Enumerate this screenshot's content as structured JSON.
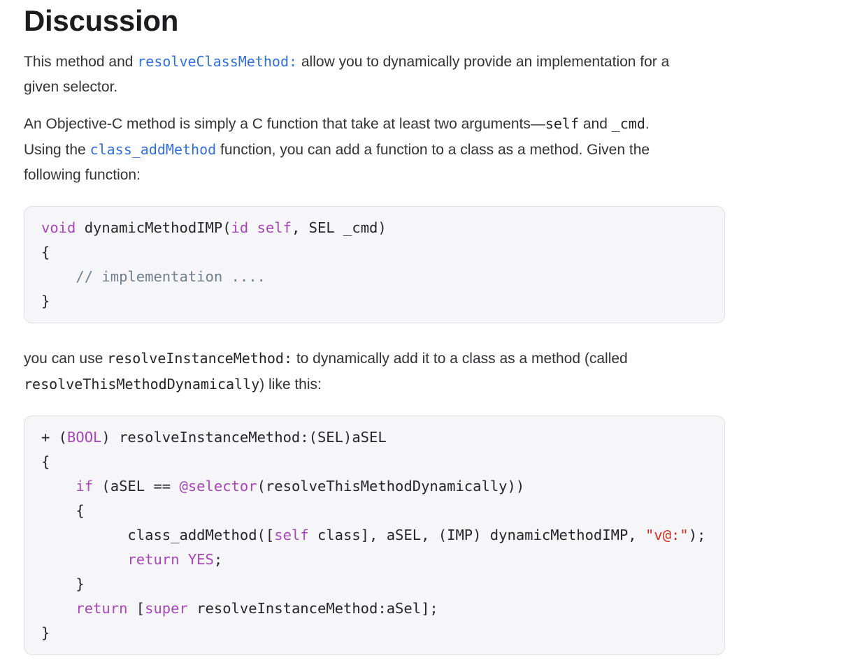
{
  "colors": {
    "heading_text": "#1d1d1f",
    "body_text": "#333336",
    "link_blue": "#3070dd",
    "code_text": "#262628",
    "keyword_purple": "#a846b9",
    "string_red": "#d12f1b",
    "comment_gray": "#707f8c",
    "code_block_bg": "#f6f6f8",
    "code_block_border": "#e0e0e5",
    "page_bg": "#ffffff"
  },
  "section": {
    "title": "Discussion"
  },
  "paragraphs": [
    {
      "segments": [
        {
          "text": "This method and ",
          "style": "plain"
        },
        {
          "text": "resolveClassMethod:",
          "style": "code-link"
        },
        {
          "text": " allow you to dynamically provide an implementation for a given selector.",
          "style": "plain"
        }
      ]
    },
    {
      "segments": [
        {
          "text": "An Objective-C method is simply a C function that take at least two arguments—",
          "style": "plain"
        },
        {
          "text": "self",
          "style": "code"
        },
        {
          "text": " and ",
          "style": "plain"
        },
        {
          "text": "_cmd",
          "style": "code"
        },
        {
          "text": ". Using the ",
          "style": "plain"
        },
        {
          "text": "class_addMethod",
          "style": "code-link"
        },
        {
          "text": " function, you can add a function to a class as a method. Given the following function:",
          "style": "plain"
        }
      ]
    },
    {
      "segments": [
        {
          "text": "you can use ",
          "style": "plain"
        },
        {
          "text": "resolveInstanceMethod:",
          "style": "code"
        },
        {
          "text": " to dynamically add it to a class as a method (called ",
          "style": "plain"
        },
        {
          "text": "resolveThisMethodDynamically",
          "style": "code"
        },
        {
          "text": ") like this:",
          "style": "plain"
        }
      ]
    }
  ],
  "code_blocks": [
    {
      "language": "objective-c",
      "lines": [
        [
          {
            "t": "void",
            "c": "keyword"
          },
          {
            "t": " dynamicMethodIMP(",
            "c": "plain"
          },
          {
            "t": "id",
            "c": "keyword"
          },
          {
            "t": " ",
            "c": "plain"
          },
          {
            "t": "self",
            "c": "keyword"
          },
          {
            "t": ", SEL _cmd)",
            "c": "plain"
          }
        ],
        [
          {
            "t": "{",
            "c": "plain"
          }
        ],
        [
          {
            "t": "    ",
            "c": "plain"
          },
          {
            "t": "// implementation ....",
            "c": "comment"
          }
        ],
        [
          {
            "t": "}",
            "c": "plain"
          }
        ]
      ]
    },
    {
      "language": "objective-c",
      "lines": [
        [
          {
            "t": "+ (",
            "c": "plain"
          },
          {
            "t": "BOOL",
            "c": "keyword"
          },
          {
            "t": ") resolveInstanceMethod:(SEL)aSEL",
            "c": "plain"
          }
        ],
        [
          {
            "t": "{",
            "c": "plain"
          }
        ],
        [
          {
            "t": "    ",
            "c": "plain"
          },
          {
            "t": "if",
            "c": "keyword"
          },
          {
            "t": " (aSEL == ",
            "c": "plain"
          },
          {
            "t": "@selector",
            "c": "keyword"
          },
          {
            "t": "(resolveThisMethodDynamically))",
            "c": "plain"
          }
        ],
        [
          {
            "t": "    {",
            "c": "plain"
          }
        ],
        [
          {
            "t": "          class_addMethod([",
            "c": "plain"
          },
          {
            "t": "self",
            "c": "keyword"
          },
          {
            "t": " class], aSEL, (IMP) dynamicMethodIMP, ",
            "c": "plain"
          },
          {
            "t": "\"v@:\"",
            "c": "string"
          },
          {
            "t": ");",
            "c": "plain"
          }
        ],
        [
          {
            "t": "          ",
            "c": "plain"
          },
          {
            "t": "return",
            "c": "keyword"
          },
          {
            "t": " ",
            "c": "plain"
          },
          {
            "t": "YES",
            "c": "keyword"
          },
          {
            "t": ";",
            "c": "plain"
          }
        ],
        [
          {
            "t": "    }",
            "c": "plain"
          }
        ],
        [
          {
            "t": "    ",
            "c": "plain"
          },
          {
            "t": "return",
            "c": "keyword"
          },
          {
            "t": " [",
            "c": "plain"
          },
          {
            "t": "super",
            "c": "keyword"
          },
          {
            "t": " resolveInstanceMethod:aSel];",
            "c": "plain"
          }
        ],
        [
          {
            "t": "}",
            "c": "plain"
          }
        ]
      ]
    }
  ]
}
